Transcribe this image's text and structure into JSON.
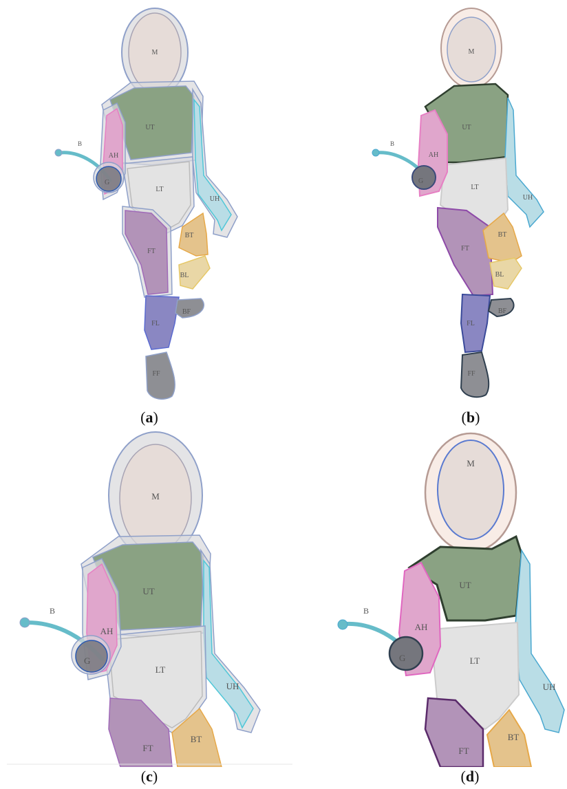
{
  "labels": {
    "M": "M",
    "UT": "UT",
    "LT": "LT",
    "AH": "AH",
    "UH": "UH",
    "B": "B",
    "G": "G",
    "FT": "FT",
    "BT": "BT",
    "BL": "BL",
    "FL": "FL",
    "BF": "BF",
    "FF": "FF"
  },
  "captions": {
    "a": {
      "open": "(",
      "letter": "a",
      "close": ")"
    },
    "b": {
      "open": "(",
      "letter": "b",
      "close": ")"
    },
    "c": {
      "open": "(",
      "letter": "c",
      "close": ")"
    },
    "d": {
      "open": "(",
      "letter": "d",
      "close": ")"
    }
  },
  "colors": {
    "mask": "#e6dcd8",
    "upper_torso": "#8aa283",
    "lower_torso": "#e3e3e3",
    "armed_hand": "#e0a6cc",
    "unarmed_hand": "#b9dde6",
    "blade": "#66bcc9",
    "guard": "#75767d",
    "front_thigh": "#b293b8",
    "back_thigh": "#e4c38c",
    "back_leg": "#e9d7a6",
    "front_leg": "#8a87c2",
    "back_foot": "#8e8f94",
    "front_foot": "#8e8f94"
  }
}
